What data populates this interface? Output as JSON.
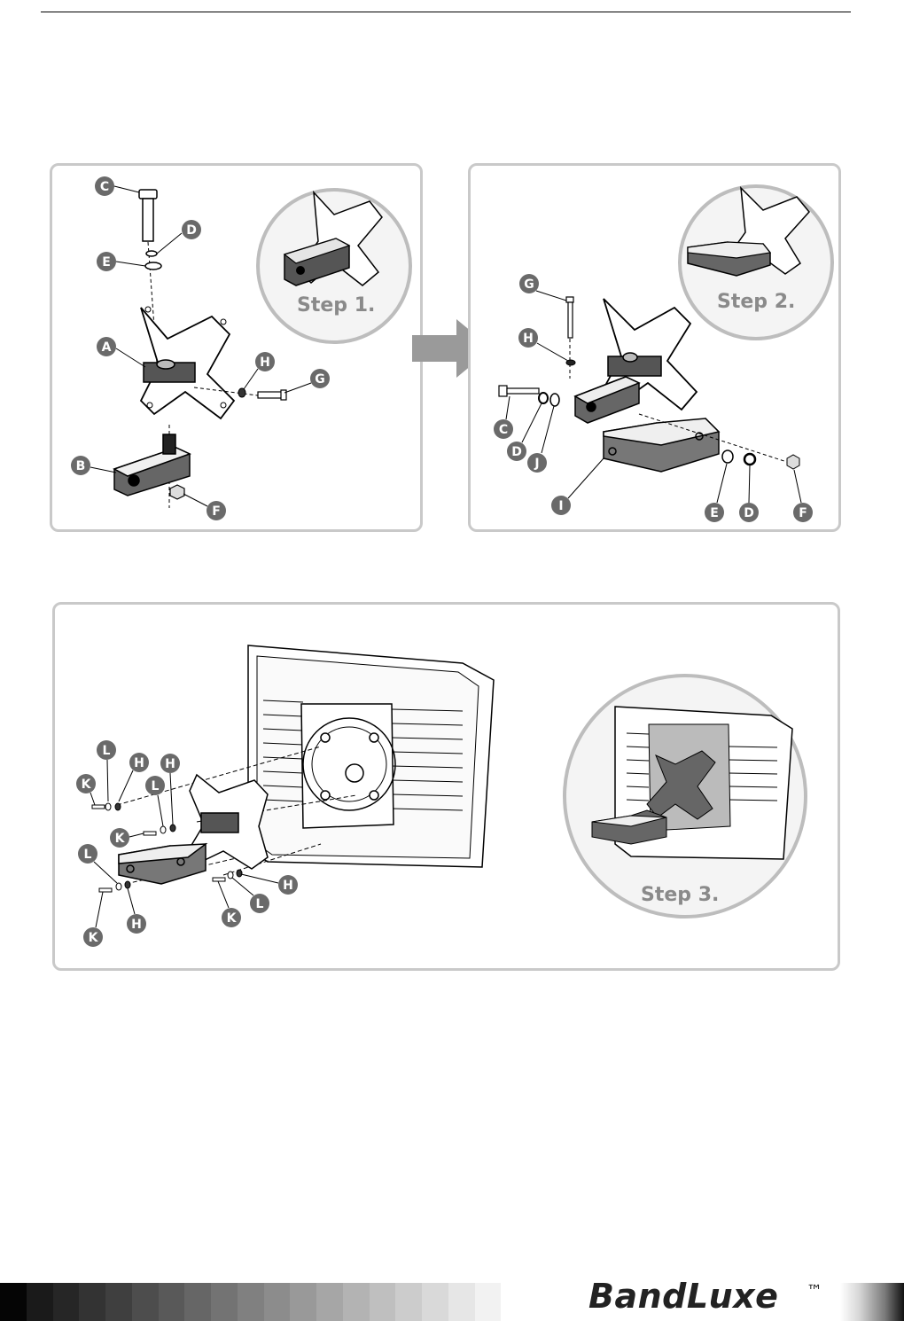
{
  "step1": {
    "step_label": "Step 1.",
    "callouts": [
      "C",
      "D",
      "E",
      "A",
      "H",
      "G",
      "B",
      "F"
    ]
  },
  "step2": {
    "step_label": "Step 2.",
    "callouts": [
      "G",
      "H",
      "C",
      "D",
      "J",
      "I",
      "E",
      "D",
      "F"
    ]
  },
  "step3": {
    "step_label": "Step 3.",
    "callouts": [
      "L",
      "H",
      "H",
      "K",
      "L",
      "K",
      "L",
      "H",
      "L",
      "K",
      "K",
      "H"
    ]
  },
  "footer": {
    "logo_text": "BandLuxe",
    "trademark": "TM",
    "grayscale": [
      "#050505",
      "#1a1a1a",
      "#262626",
      "#333",
      "#3f3f3f",
      "#4d4d4d",
      "#595959",
      "#666",
      "#737373",
      "#808080",
      "#8c8c8c",
      "#999",
      "#a6a6a6",
      "#b3b3b3",
      "#bfbfbf",
      "#cccccc",
      "#d9d9d9",
      "#e6e6e6",
      "#f2f2f2",
      "#ffffff"
    ]
  },
  "colors": {
    "panel_border": "#c9c9c9",
    "callout_fill": "#6a6a6a",
    "arrow": "#9a9a9a"
  }
}
